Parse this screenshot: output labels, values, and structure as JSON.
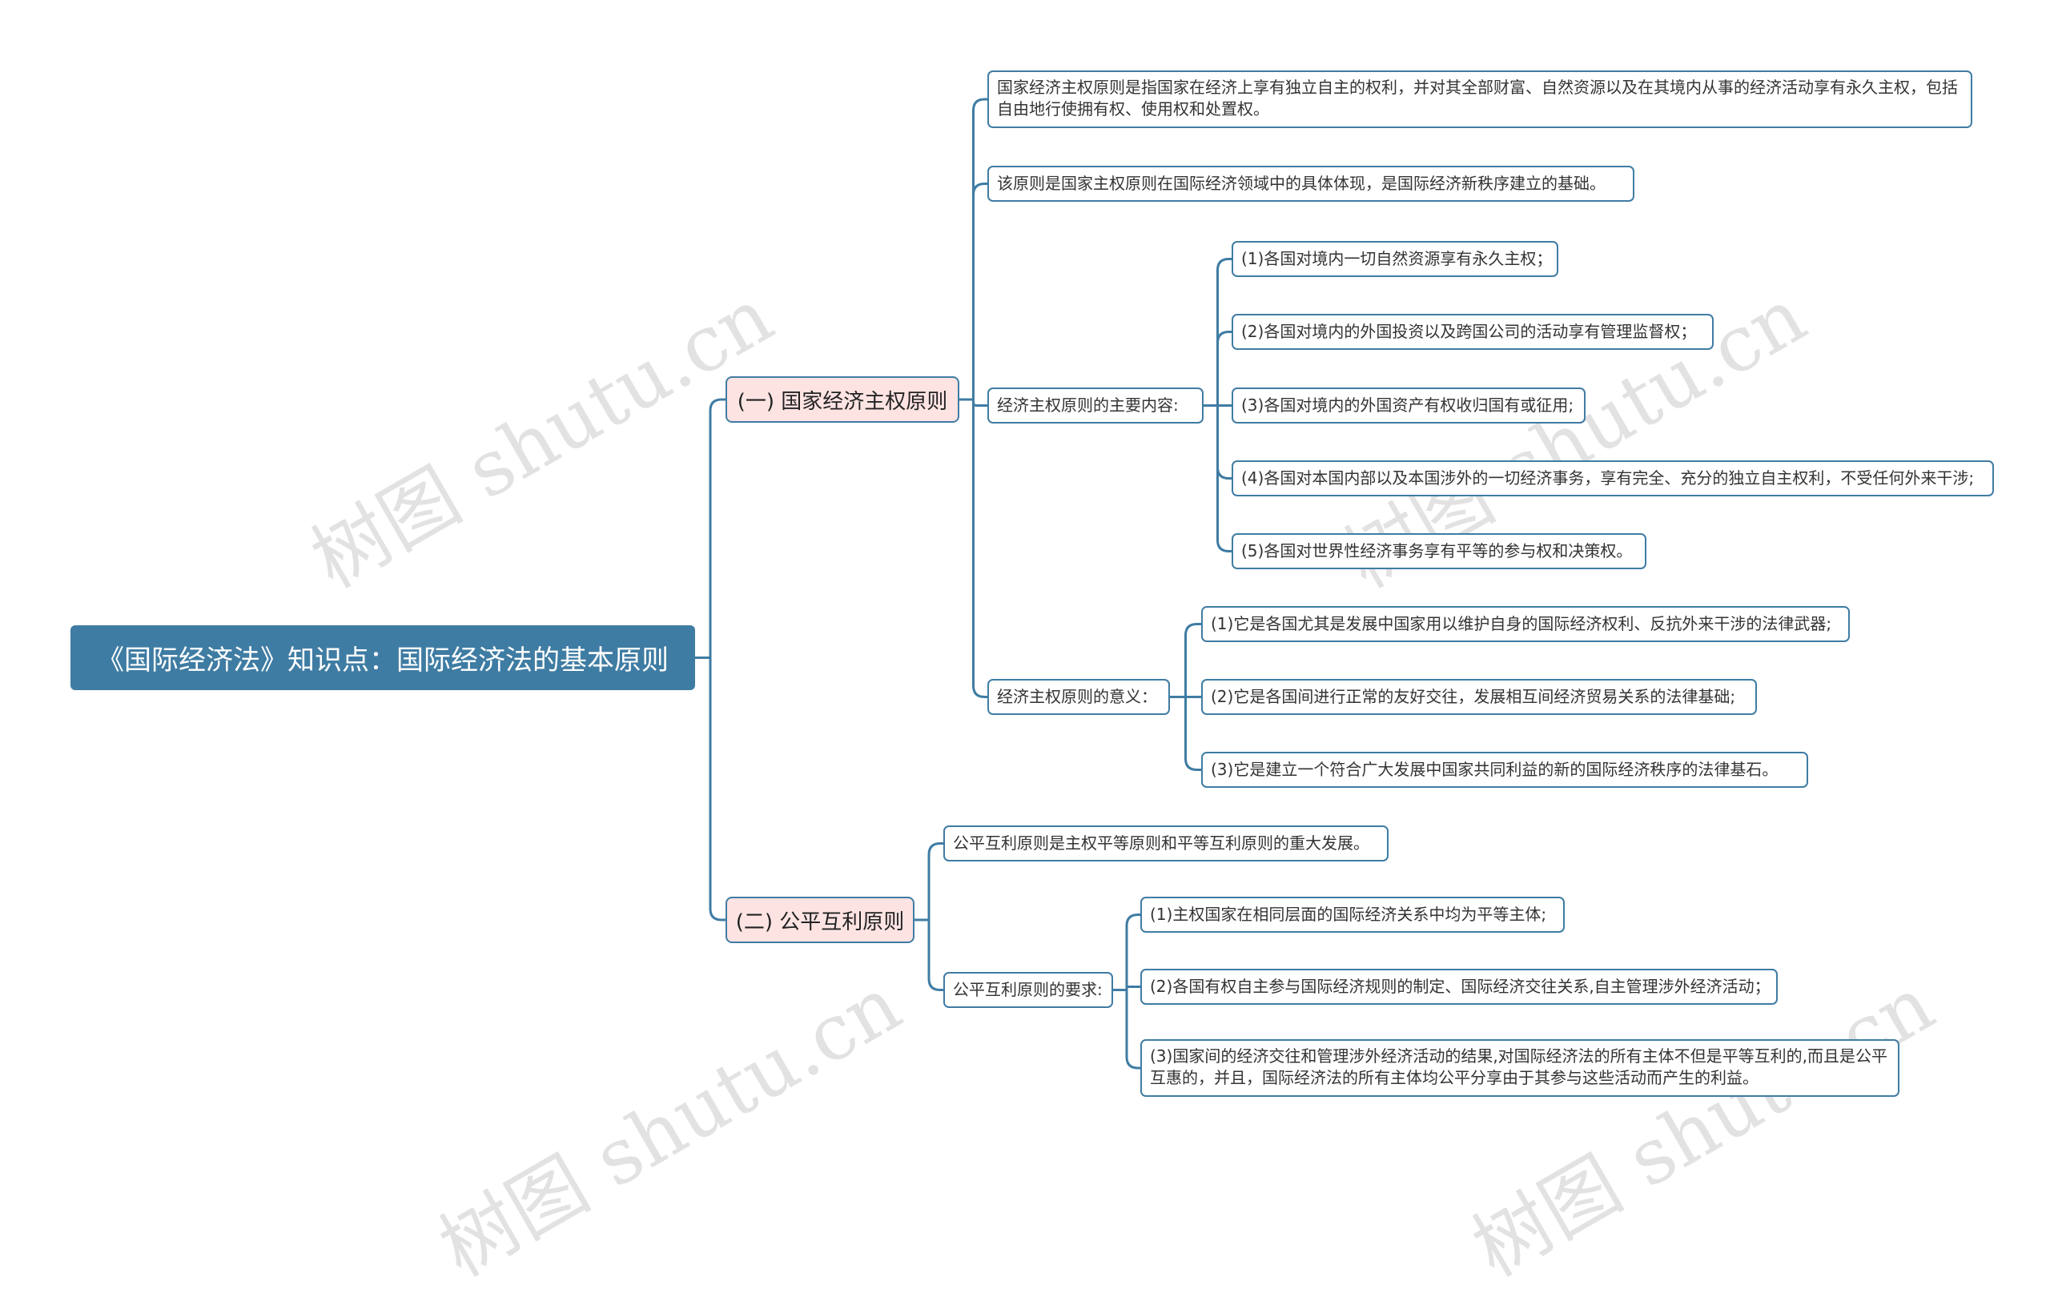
{
  "root": {
    "label": "《国际经济法》知识点：国际经济法的基本原则"
  },
  "branches": [
    {
      "label": "(一) 国家经济主权原则",
      "children": [
        {
          "label": "国家经济主权原则是指国家在经济上享有独立自主的权利，并对其全部财富、自然资源以及在其境内从事的经济活动享有永久主权，包括自由地行使拥有权、使用权和处置权。"
        },
        {
          "label": "该原则是国家主权原则在国际经济领域中的具体体现，是国际经济新秩序建立的基础。"
        },
        {
          "label": "经济主权原则的主要内容:",
          "children": [
            {
              "label": "(1)各国对境内一切自然资源享有永久主权；"
            },
            {
              "label": "(2)各国对境内的外国投资以及跨国公司的活动享有管理监督权；"
            },
            {
              "label": "(3)各国对境内的外国资产有权收归国有或征用;"
            },
            {
              "label": "(4)各国对本国内部以及本国涉外的一切经济事务，享有完全、充分的独立自主权利，不受任何外来干涉;"
            },
            {
              "label": "(5)各国对世界性经济事务享有平等的参与权和决策权。"
            }
          ]
        },
        {
          "label": "经济主权原则的意义：",
          "children": [
            {
              "label": "(1)它是各国尤其是发展中国家用以维护自身的国际经济权利、反抗外来干涉的法律武器;"
            },
            {
              "label": "(2)它是各国间进行正常的友好交往，发展相互间经济贸易关系的法律基础;"
            },
            {
              "label": "(3)它是建立一个符合广大发展中国家共同利益的新的国际经济秩序的法律基石。"
            }
          ]
        }
      ]
    },
    {
      "label": "(二) 公平互利原则",
      "children": [
        {
          "label": "公平互利原则是主权平等原则和平等互利原则的重大发展。"
        },
        {
          "label": "公平互利原则的要求:",
          "children": [
            {
              "label": "(1)主权国家在相同层面的国际经济关系中均为平等主体;"
            },
            {
              "label": "(2)各国有权自主参与国际经济规则的制定、国际经济交往关系,自主管理涉外经济活动；"
            },
            {
              "label": "(3)国家间的经济交往和管理涉外经济活动的结果,对国际经济法的所有主体不但是平等互利的,而且是公平互惠的，并且，国际经济法的所有主体均公平分享由于其参与这些活动而产生的利益。"
            }
          ]
        }
      ]
    }
  ],
  "watermark": "树图 shutu.cn",
  "colors": {
    "line": "#3f7ca3",
    "root_bg": "#3f7ca3",
    "branch_bg": "#fde4e3",
    "leaf_border": "#3f7ca3"
  }
}
